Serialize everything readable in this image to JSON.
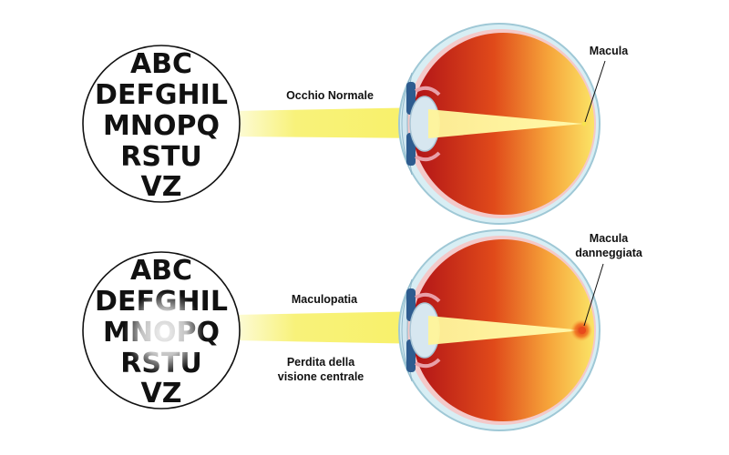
{
  "chart_rows": [
    {
      "letter_lines": [
        "ABC",
        "DEFGHIL",
        "MNOPQ",
        "RSTU",
        "VZ"
      ],
      "beam_label": "Occhio Normale",
      "macula_label": [
        "Macula"
      ],
      "extra_label": []
    },
    {
      "letter_lines": [
        "ABC",
        "DEFGHIL",
        "MNOPQ",
        "RSTU",
        "VZ"
      ],
      "beam_label": "Maculopatia",
      "macula_label": [
        "Macula",
        "danneggiata"
      ],
      "extra_label": [
        "Perdita della",
        "visione centrale"
      ]
    }
  ],
  "colors": {
    "beam": "#f7f056",
    "eye_back": "#b8151a",
    "eye_front": "#f9d75a",
    "sclera": "#c9e6ef",
    "lens": "#cfe3ee",
    "iris": "#2e5c8f",
    "damage_spot": "#e84a1c"
  }
}
